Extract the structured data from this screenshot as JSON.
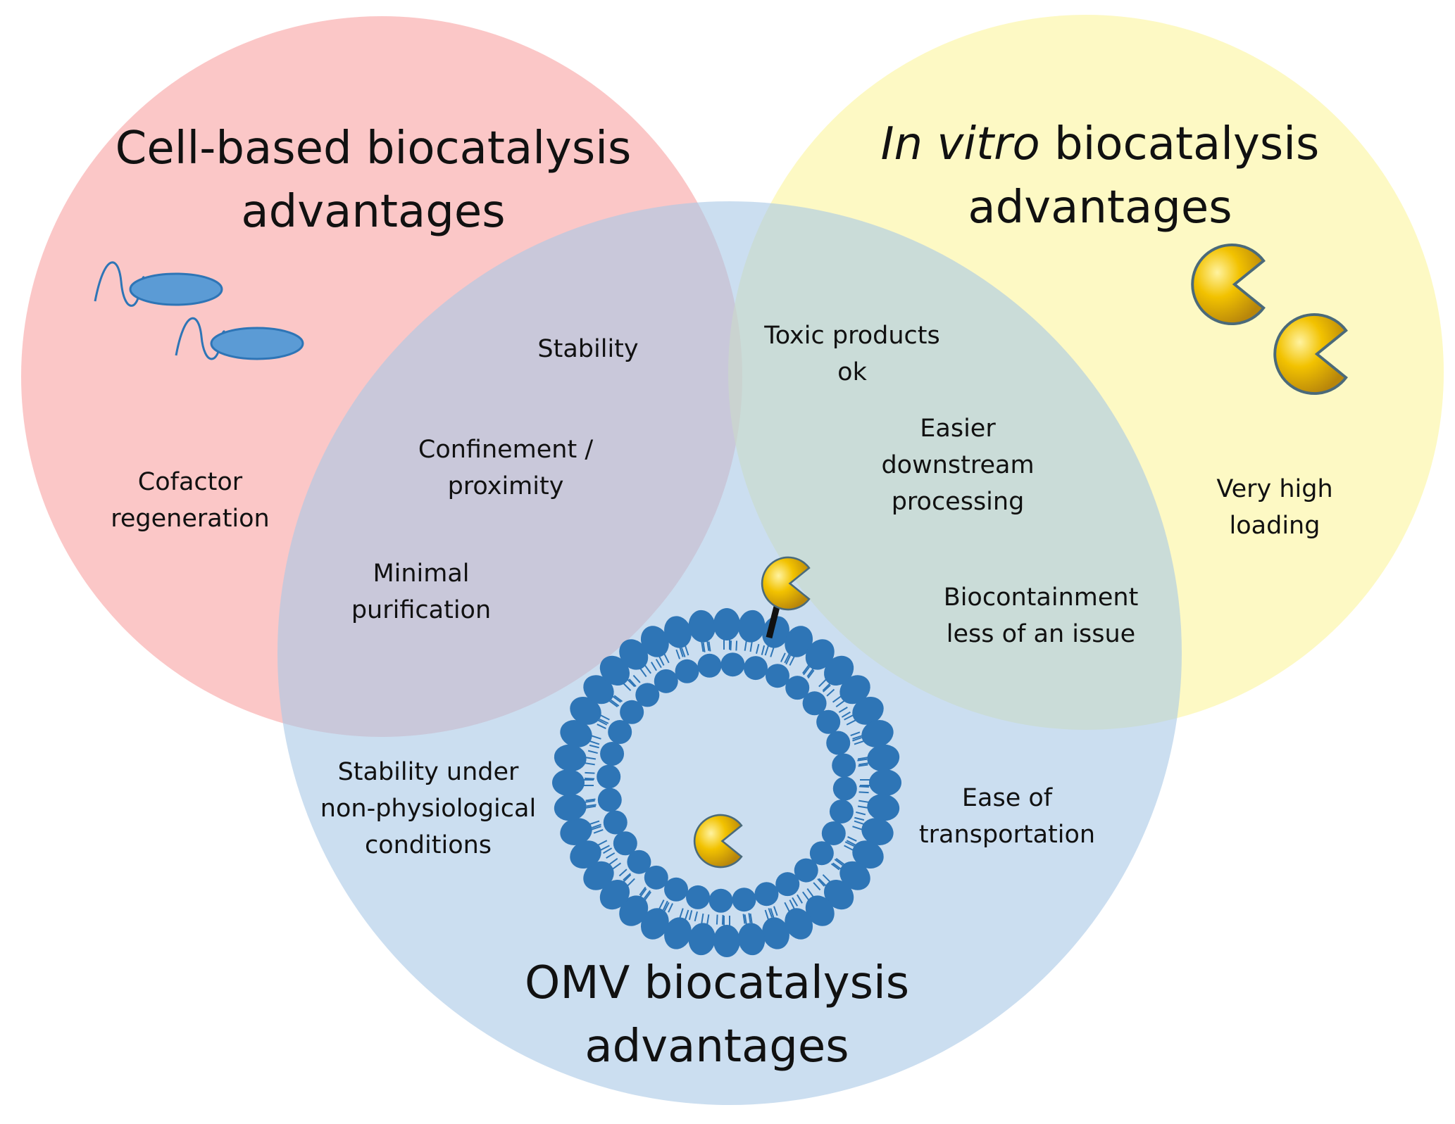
{
  "circles": {
    "cell_based": {
      "title_line1": "Cell-based biocatalysis",
      "title_line2": "advantages",
      "fill": "#f9a7a7",
      "items": {
        "cofactor": [
          "Cofactor",
          "regeneration"
        ]
      }
    },
    "in_vitro": {
      "title_italic": "In vitro",
      "title_rest": " biocatalysis",
      "title_line2": "advantages",
      "fill": "#fbf7a8",
      "items": {
        "loading": [
          "Very high",
          "loading"
        ]
      }
    },
    "omv": {
      "title_line1": "OMV biocatalysis",
      "title_line2": "advantages",
      "fill": "#b2cfe9",
      "items": {
        "stability_conditions": [
          "Stability under",
          "non-physiological",
          "conditions"
        ],
        "transport": [
          "Ease of",
          "transportation"
        ]
      }
    }
  },
  "overlaps": {
    "cell_omv": {
      "stability": "Stability",
      "confinement": [
        "Confinement /",
        "proximity"
      ],
      "purification": [
        "Minimal",
        "purification"
      ]
    },
    "vitro_omv": {
      "toxic": [
        "Toxic products",
        "ok"
      ],
      "downstream": [
        "Easier",
        "downstream",
        "processing"
      ],
      "biocontainment": [
        "Biocontainment",
        "less of an issue"
      ]
    }
  },
  "icons": {
    "bacterium": "bacterium-icon",
    "enzyme": "enzyme-icon",
    "vesicle": "omv-vesicle-icon",
    "bacterium_color": "#5b9bd5",
    "lipid_color": "#2e75b6",
    "enzyme_color": "#f2c200"
  }
}
